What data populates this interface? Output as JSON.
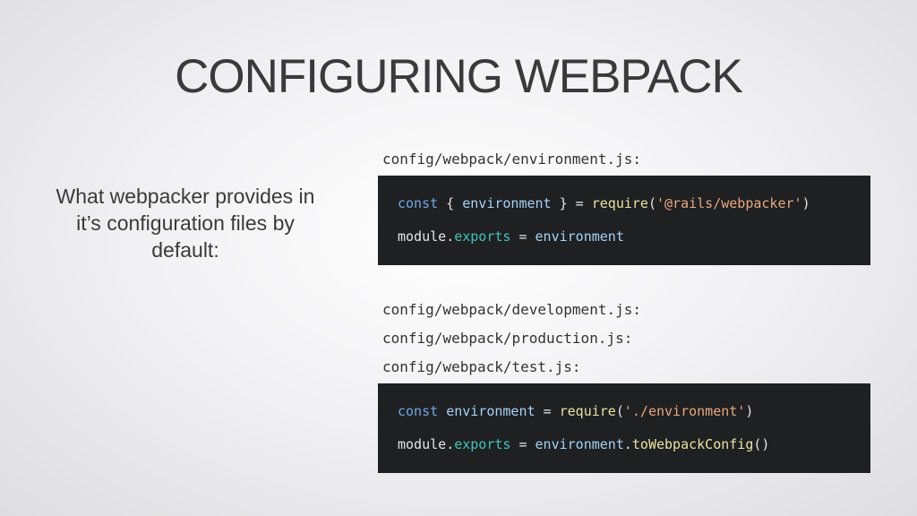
{
  "slide": {
    "title": "CONFIGURING WEBPACK",
    "description": "What webpacker provides in it’s configuration files by default:"
  },
  "env_section": {
    "filename": "config/webpack/environment.js:",
    "line1": {
      "kw": "const",
      "open": " { ",
      "var": "environment",
      "close": " } = ",
      "fn": "require",
      "paren_open": "(",
      "str": "'@rails/webpacker'",
      "paren_close": ")"
    },
    "line2": {
      "obj": "module",
      "dot": ".",
      "prop": "exports",
      "eq": " = ",
      "var": "environment"
    }
  },
  "other_section": {
    "filenames": [
      "config/webpack/development.js:",
      "config/webpack/production.js:",
      "config/webpack/test.js:"
    ],
    "line1": {
      "kw": "const",
      "sp": " ",
      "var": "environment",
      "eq": " = ",
      "fn": "require",
      "paren_open": "(",
      "str": "'./environment'",
      "paren_close": ")"
    },
    "line2": {
      "obj": "module",
      "dot": ".",
      "prop": "exports",
      "eq": " = ",
      "var": "environment",
      "dot2": ".",
      "fn": "toWebpackConfig",
      "parens": "()"
    }
  },
  "colors": {
    "code_background": "#1f2022",
    "keyword": "#6fa8e6",
    "function": "#e7e2a1",
    "string": "#e8a87c",
    "property": "#3ec6b8",
    "variable": "#a3d3f7"
  }
}
